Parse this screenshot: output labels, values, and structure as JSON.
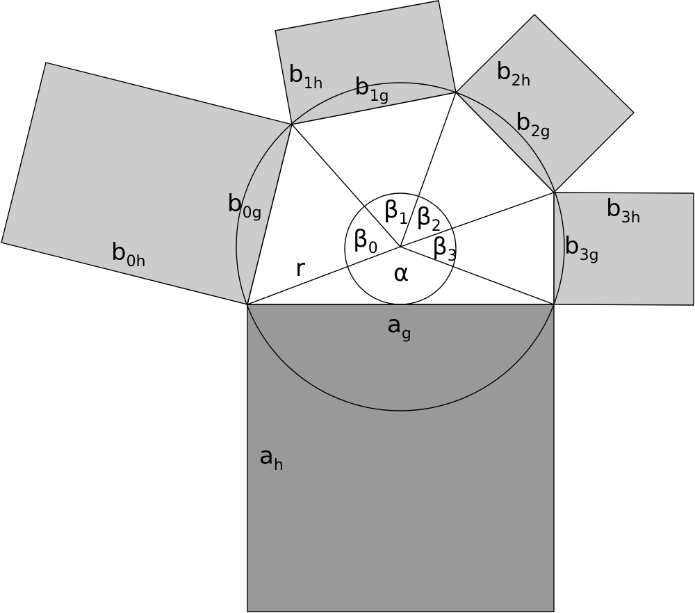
{
  "labels": {
    "ah": {
      "base": "a",
      "sub": "h"
    },
    "ag": {
      "base": "a",
      "sub": "g"
    },
    "b0h": {
      "base": "b",
      "sub": "0h"
    },
    "b0g": {
      "base": "b",
      "sub": "0g"
    },
    "b1h": {
      "base": "b",
      "sub": "1h"
    },
    "b1g": {
      "base": "b",
      "sub": "1g"
    },
    "b2h": {
      "base": "b",
      "sub": "2h"
    },
    "b2g": {
      "base": "b",
      "sub": "2g"
    },
    "b3h": {
      "base": "b",
      "sub": "3h"
    },
    "b3g": {
      "base": "b",
      "sub": "3g"
    },
    "beta0": {
      "base": "β",
      "sub": "0"
    },
    "beta1": {
      "base": "β",
      "sub": "1"
    },
    "beta2": {
      "base": "β",
      "sub": "2"
    },
    "beta3": {
      "base": "β",
      "sub": "3"
    },
    "alpha": "α",
    "r": "r"
  },
  "colors": {
    "outer_squares": "#cccccc",
    "base_square": "#999999",
    "stroke": "#000000"
  }
}
